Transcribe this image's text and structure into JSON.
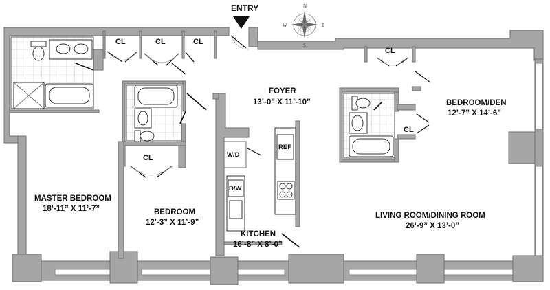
{
  "entry": "ENTRY",
  "compass": {
    "n": "N",
    "s": "S",
    "e": "E",
    "w": "W"
  },
  "rooms": {
    "foyer": {
      "name": "FOYER",
      "dims": "13’-0” X 11’-10”"
    },
    "master_bedroom": {
      "name": "MASTER BEDROOM",
      "dims": "18’-11” X 11’-7”"
    },
    "bedroom": {
      "name": "BEDROOM",
      "dims": "12’-3” X 11’-9”"
    },
    "kitchen": {
      "name": "KITCHEN",
      "dims": "16’-8” X 8’-0”"
    },
    "living_dining": {
      "name": "LIVING ROOM/DINING ROOM",
      "dims": "26’-9” X 13’-0”"
    },
    "bedroom_den": {
      "name": "BEDROOM/DEN",
      "dims": "12’-7” X 14’-6”"
    }
  },
  "closets": {
    "cl": "CL"
  },
  "appliances": {
    "washer_dryer": "W/D",
    "dishwasher": "D/W",
    "refrigerator": "REF"
  },
  "colors": {
    "wall": "#a6a6a6",
    "wall_edge": "#6e6e6e",
    "tile": "#d9d9d9",
    "window": "#8c8c8c"
  }
}
